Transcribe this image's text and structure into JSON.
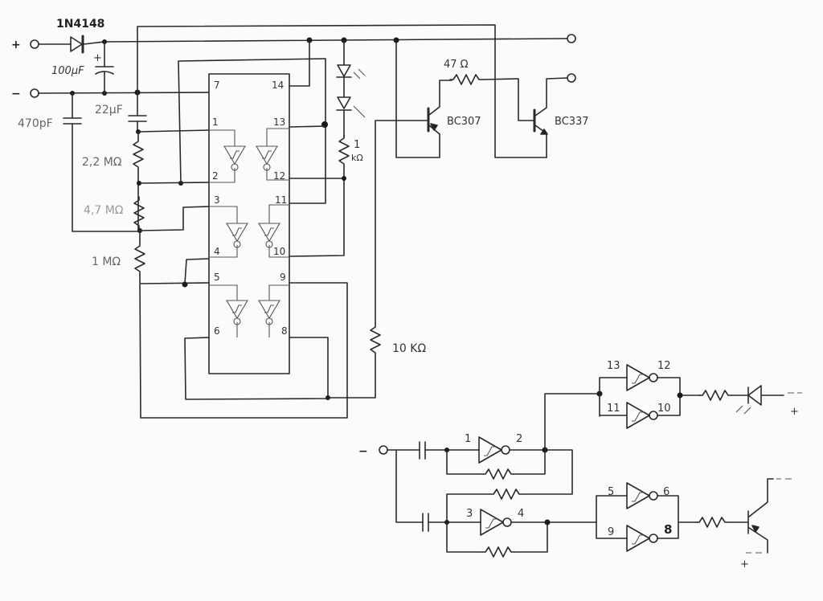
{
  "terminals": {
    "plus": "+",
    "minus": "−",
    "lower_minus": "−",
    "lower_plus_led": "+",
    "lower_plus_transistor": "+"
  },
  "components": {
    "diode": "1N4148",
    "c_100u": "100µF",
    "c_100u_polarity": "+",
    "c_470p": "470pF",
    "c_22u": "22µF",
    "r_2m2": "2,2 MΩ",
    "r_4m7": "4,7 MΩ",
    "r_1m": "1 MΩ",
    "r_1k_value": "1",
    "r_1k_unit": "kΩ",
    "r_47": "47 Ω",
    "r_10k": "10 KΩ",
    "q1": "BC307",
    "q2": "BC337"
  },
  "ic_pins": {
    "p1": "1",
    "p2": "2",
    "p3": "3",
    "p4": "4",
    "p5": "5",
    "p6": "6",
    "p7": "7",
    "p8": "8",
    "p9": "9",
    "p10": "10",
    "p11": "11",
    "p12": "12",
    "p13": "13",
    "p14": "14"
  }
}
